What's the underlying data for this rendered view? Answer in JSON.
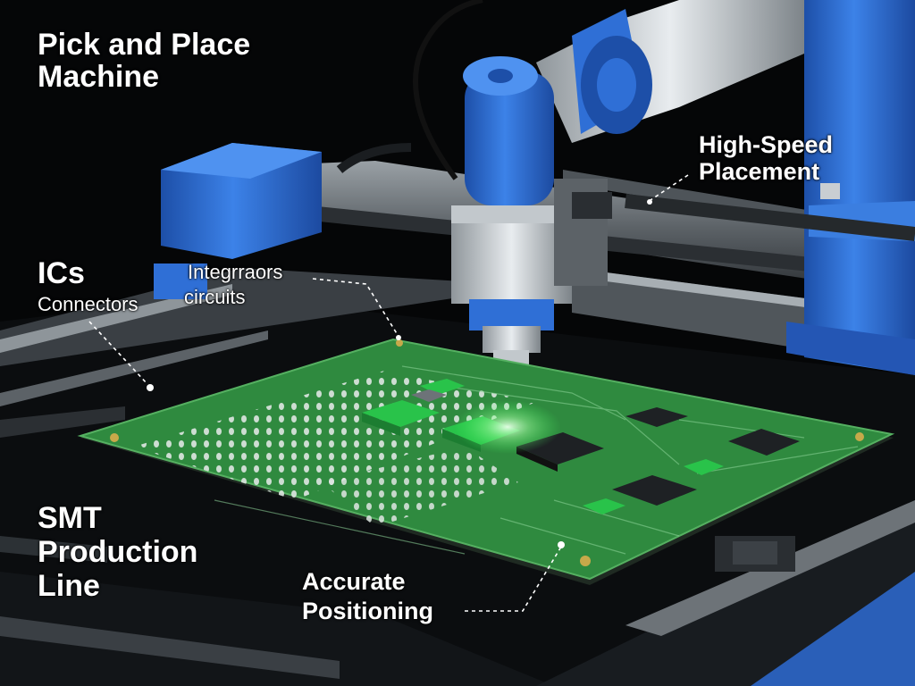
{
  "title": {
    "line1": "Pick and Place",
    "line2": "Machine"
  },
  "labels": {
    "high_speed_line1": "High-Speed",
    "high_speed_line2": "Placement",
    "ics": "ICs",
    "connectors": "Connectors",
    "integrated_line1": "Integrraors",
    "integrated_line2": "circuits",
    "smt_line1": "SMT",
    "smt_line2": "Production",
    "smt_line3": "Line",
    "accurate_line1": "Accurate",
    "accurate_line2": "Positioning"
  },
  "colors": {
    "background": "#050607",
    "machine_blue": "#2f6fd6",
    "pcb_green": "#2f8a3f",
    "chip_green": "#29c34a",
    "chip_black": "#1e2124",
    "rail_gray": "#6d7378",
    "label_text": "#ffffff"
  }
}
